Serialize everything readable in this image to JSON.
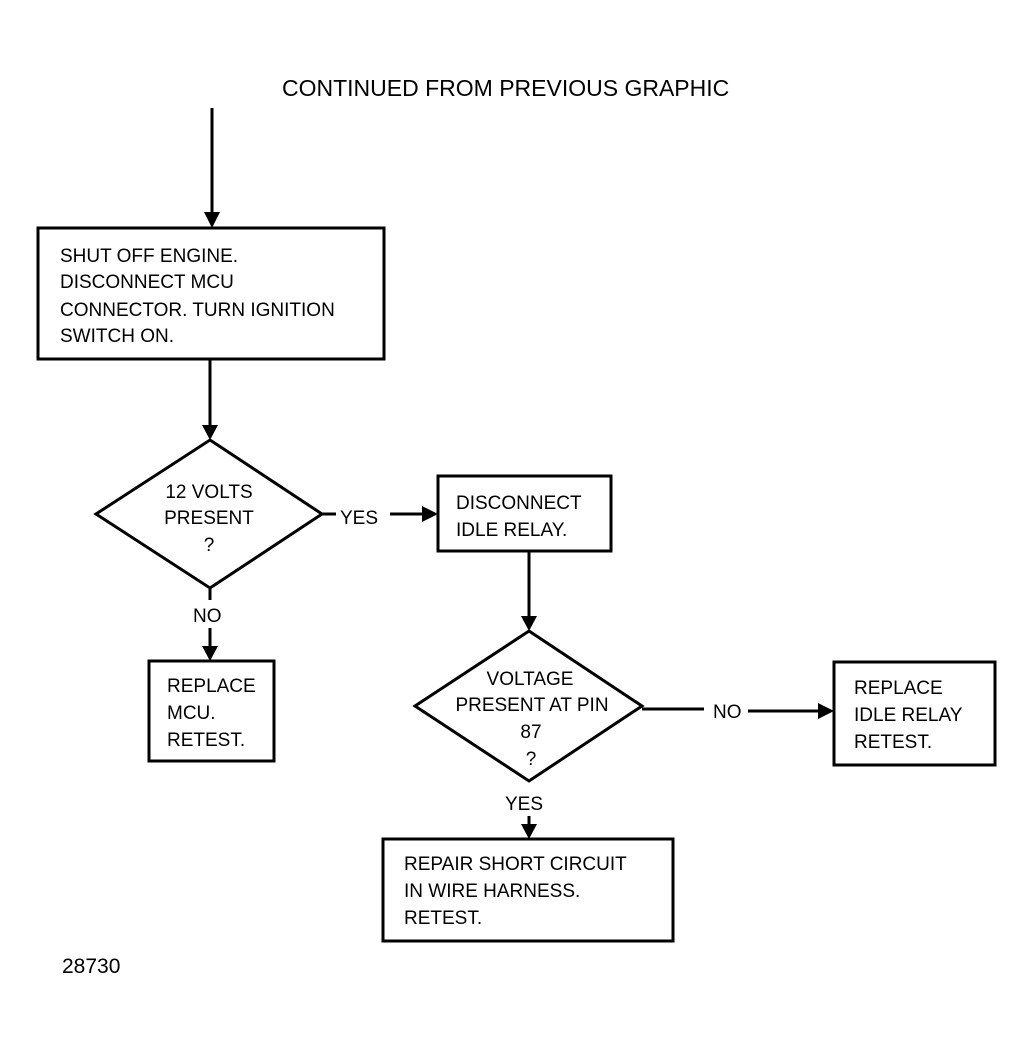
{
  "header": {
    "continued": "CONTINUED FROM PREVIOUS GRAPHIC"
  },
  "steps": {
    "shut_off": [
      "SHUT OFF ENGINE.",
      "DISCONNECT MCU",
      "CONNECTOR. TURN IGNITION",
      "SWITCH ON."
    ],
    "decision_12v": [
      "12 VOLTS",
      "PRESENT",
      "?"
    ],
    "disconnect_relay": [
      "DISCONNECT",
      "IDLE RELAY."
    ],
    "replace_mcu": [
      "REPLACE",
      "MCU.",
      "RETEST."
    ],
    "decision_pin87": [
      "VOLTAGE",
      "PRESENT AT PIN",
      "87",
      "?"
    ],
    "replace_relay": [
      "REPLACE",
      "IDLE RELAY",
      "RETEST."
    ],
    "repair_short": [
      "REPAIR SHORT CIRCUIT",
      "IN WIRE HARNESS.",
      "RETEST."
    ]
  },
  "labels": {
    "yes_1": "YES",
    "no_1": "NO",
    "no_2": "NO",
    "yes_2": "YES"
  },
  "figure_number": "28730"
}
